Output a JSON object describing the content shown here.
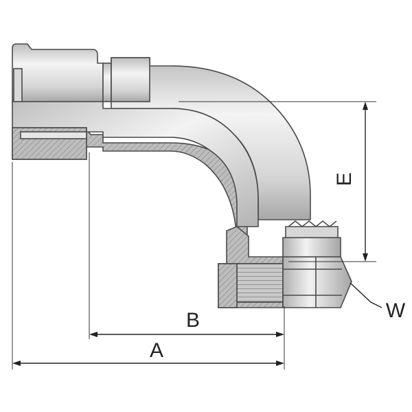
{
  "dimensions": {
    "A": "A",
    "B": "B",
    "E": "E",
    "W": "W"
  },
  "colors": {
    "metal_light": "#e9e9e9",
    "metal_mid": "#c8c8c8",
    "metal_dark": "#9a9a9a",
    "section": "#b5b5b5",
    "outline": "#4a4a4a",
    "line": "#222222"
  }
}
